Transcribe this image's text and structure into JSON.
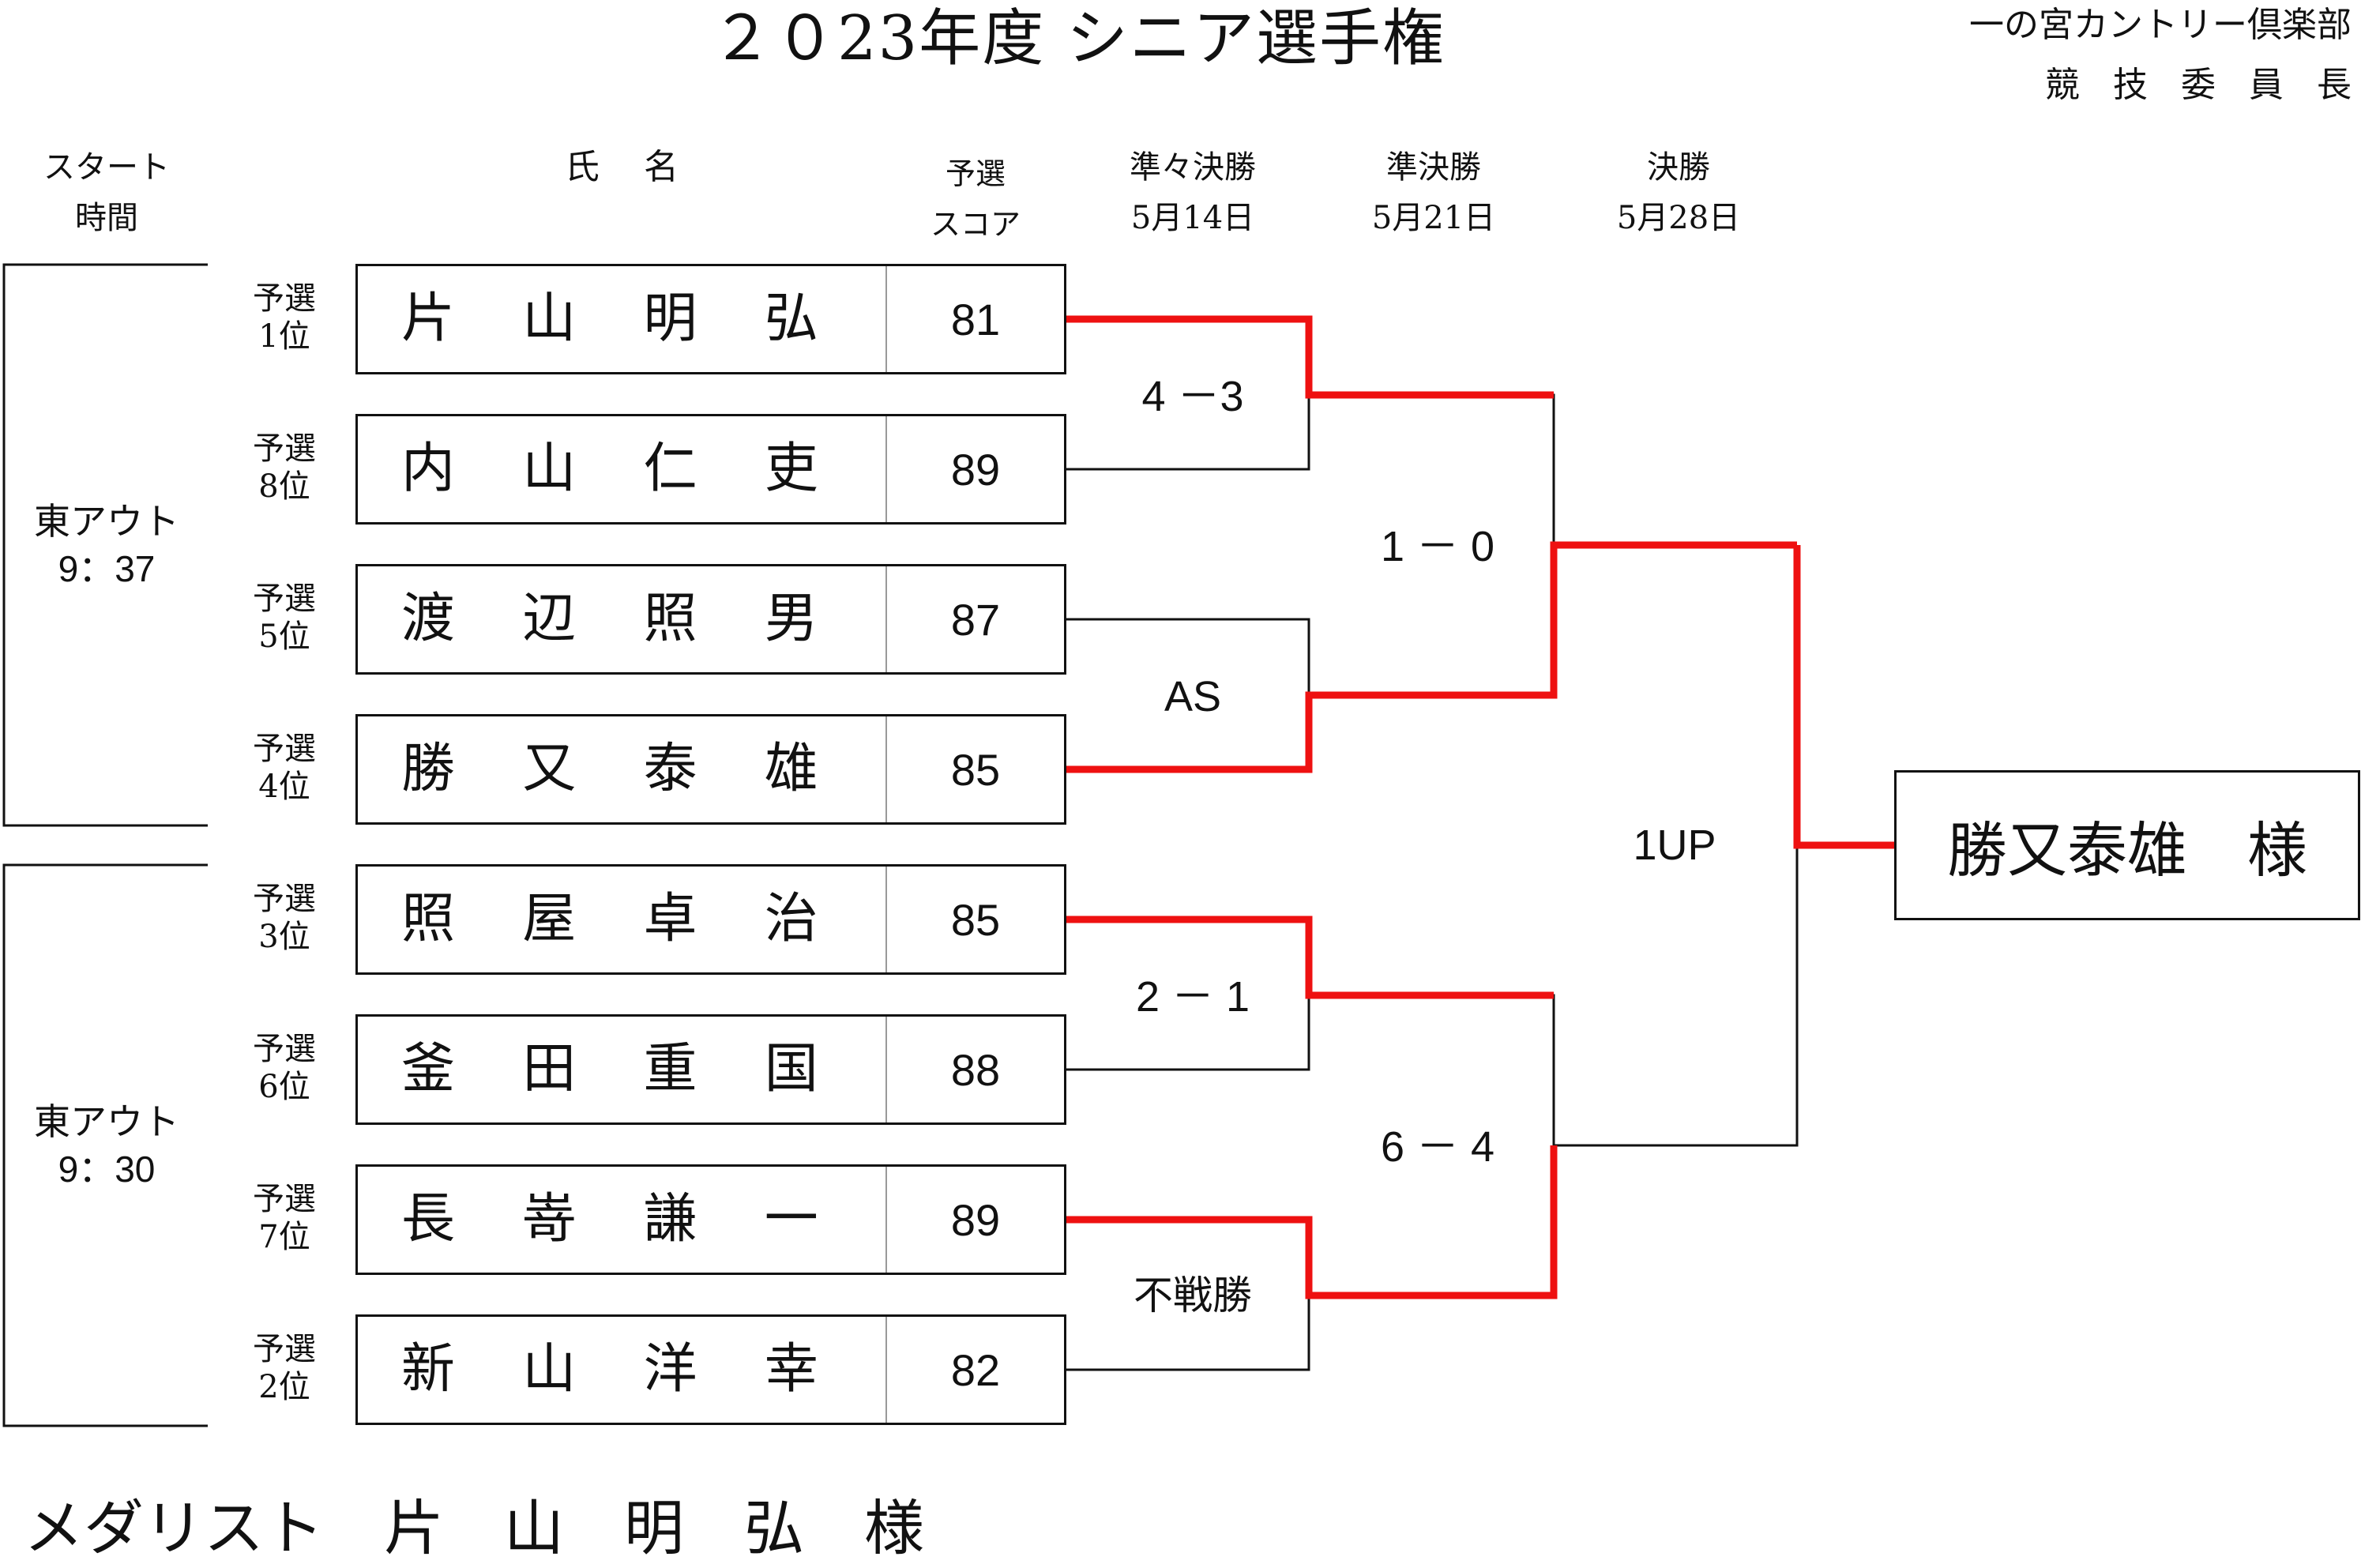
{
  "title": "２０23年度 シニア選手権",
  "organizer": "一の宮カントリー倶楽部",
  "signatory": "競技委員長",
  "headers": {
    "start_time": [
      "スタート",
      "時間"
    ],
    "name": "氏　名",
    "score": [
      "予選",
      "スコア"
    ],
    "quarterfinal": [
      "準々決勝",
      "5月14日"
    ],
    "semifinal": [
      "準決勝",
      "5月21日"
    ],
    "final": [
      "決勝",
      "5月28日"
    ]
  },
  "groups": [
    {
      "course": "東アウト",
      "time": "9：37"
    },
    {
      "course": "東アウト",
      "time": "9：30"
    }
  ],
  "players": [
    {
      "seed": [
        "予選",
        "1位"
      ],
      "name": [
        "片",
        "山",
        "明",
        "弘"
      ],
      "score": "81"
    },
    {
      "seed": [
        "予選",
        "8位"
      ],
      "name": [
        "内",
        "山",
        "仁",
        "吏"
      ],
      "score": "89"
    },
    {
      "seed": [
        "予選",
        "5位"
      ],
      "name": [
        "渡",
        "辺",
        "照",
        "男"
      ],
      "score": "87"
    },
    {
      "seed": [
        "予選",
        "4位"
      ],
      "name": [
        "勝",
        "又",
        "泰",
        "雄"
      ],
      "score": "85"
    },
    {
      "seed": [
        "予選",
        "3位"
      ],
      "name": [
        "照",
        "屋",
        "卓",
        "治"
      ],
      "score": "85"
    },
    {
      "seed": [
        "予選",
        "6位"
      ],
      "name": [
        "釜",
        "田",
        "重",
        "国"
      ],
      "score": "88"
    },
    {
      "seed": [
        "予選",
        "7位"
      ],
      "name": [
        "長",
        "嵜",
        "謙",
        "一"
      ],
      "score": "89"
    },
    {
      "seed": [
        "予選",
        "2位"
      ],
      "name": [
        "新",
        "山",
        "洋",
        "幸"
      ],
      "score": "82"
    }
  ],
  "results": {
    "qf": [
      "4 －3",
      "AS",
      "2 － 1",
      "不戦勝"
    ],
    "sf": [
      "1 － 0",
      "6 － 4"
    ],
    "final": "1UP"
  },
  "champion": "勝又泰雄　様",
  "medalist": "メダリスト　片　山　明　弘　様",
  "colors": {
    "winner_line": "#ee1111",
    "line": "#111111"
  }
}
